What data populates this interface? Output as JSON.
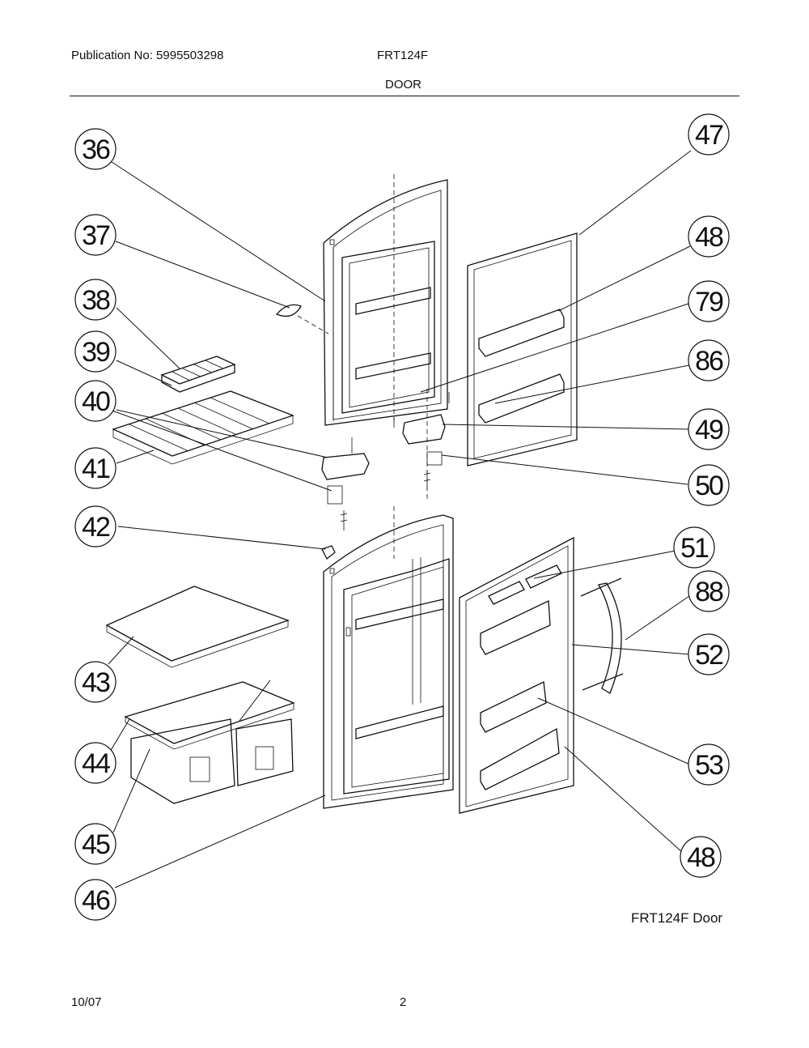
{
  "header": {
    "publication": "Publication No: 5995503298",
    "model": "FRT124F",
    "section": "DOOR"
  },
  "footer": {
    "date": "10/07",
    "page": "2"
  },
  "caption": "FRT124F Door",
  "callouts": [
    "36",
    "37",
    "38",
    "39",
    "40",
    "41",
    "42",
    "43",
    "44",
    "45",
    "46",
    "47",
    "48",
    "79",
    "86",
    "49",
    "50",
    "51",
    "88",
    "52",
    "53",
    "48"
  ]
}
